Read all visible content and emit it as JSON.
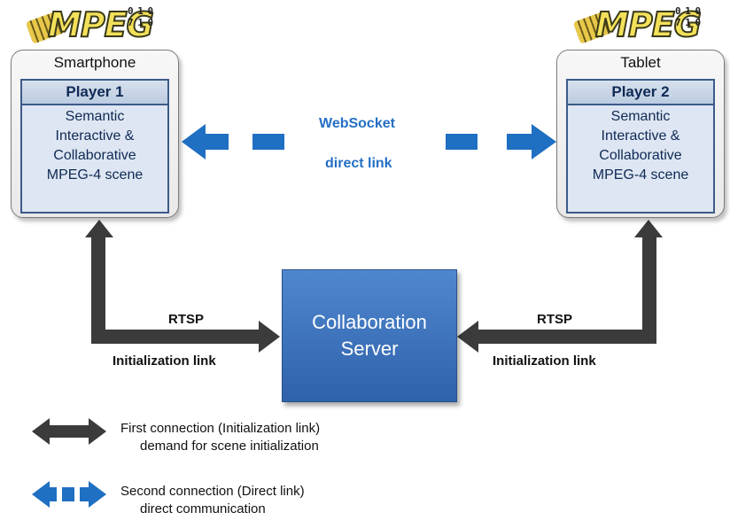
{
  "logos": {
    "left": {
      "text": "MPEG",
      "bits": "0 1 0 7 1 0"
    },
    "right": {
      "text": "MPEG",
      "bits": "0 1 0 7 1 0"
    }
  },
  "devices": [
    {
      "title": "Smartphone",
      "player": "Player 1",
      "lines": [
        "Semantic",
        "Interactive &",
        "Collaborative",
        "MPEG-4 scene"
      ]
    },
    {
      "title": "Tablet",
      "player": "Player 2",
      "lines": [
        "Semantic",
        "Interactive &",
        "Collaborative",
        "MPEG-4 scene"
      ]
    }
  ],
  "websocket": {
    "line1": "WebSocket",
    "line2": "direct link"
  },
  "server": {
    "line1": "Collaboration",
    "line2": "Server"
  },
  "links": {
    "left": {
      "protocol": "RTSP",
      "name": "Initialization link"
    },
    "right": {
      "protocol": "RTSP",
      "name": "Initialization link"
    }
  },
  "legend": [
    {
      "line1": "First connection (Initialization link)",
      "line2": "demand for scene initialization"
    },
    {
      "line1": "Second connection (Direct link)",
      "line2": "direct communication"
    }
  ],
  "colors": {
    "dark_arrow": "#3b3b3b",
    "blue_arrow": "#1f6fc2",
    "server": "#3a6fb8"
  }
}
